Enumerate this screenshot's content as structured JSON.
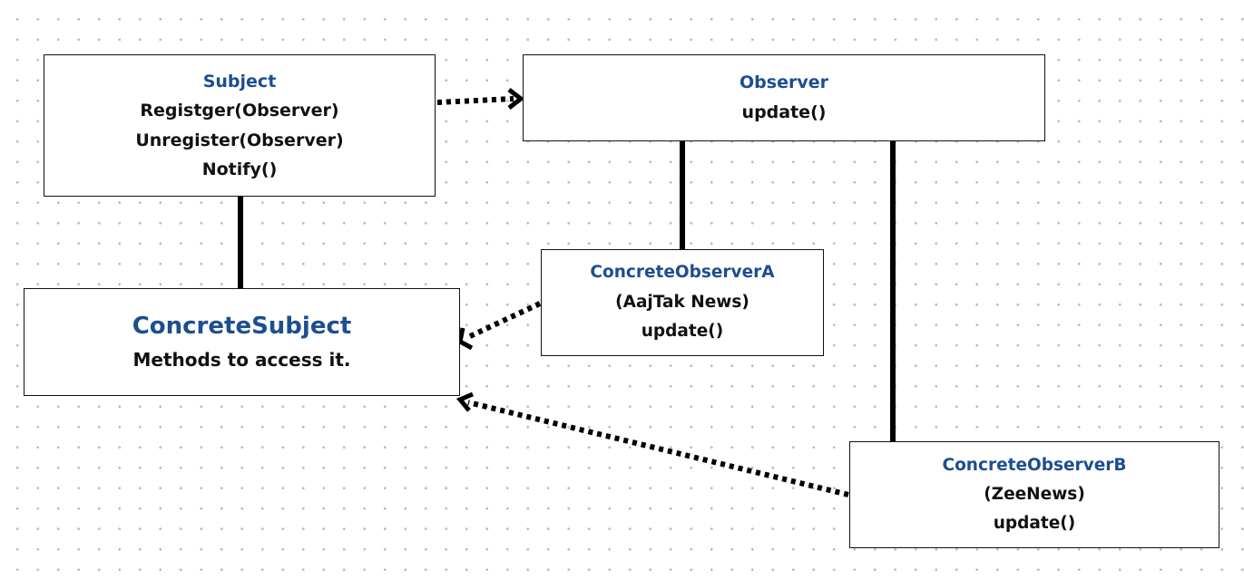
{
  "diagram": {
    "subject": {
      "title": "Subject",
      "methods": [
        "Registger(Observer)",
        "Unregister(Observer)",
        "Notify()"
      ]
    },
    "observer": {
      "title": "Observer",
      "methods": [
        "update()"
      ]
    },
    "concrete_subject": {
      "title": "ConcreteSubject",
      "description": "Methods to access it."
    },
    "concrete_observer_a": {
      "title": "ConcreteObserverA",
      "subtitle": "(AajTak News)",
      "method": "update()"
    },
    "concrete_observer_b": {
      "title": "ConcreteObserverB",
      "subtitle": "(ZeeNews)",
      "method": "update()"
    },
    "connectors": [
      {
        "from": "subject",
        "to": "observer",
        "style": "dotted-arrow"
      },
      {
        "from": "subject",
        "to": "concrete_subject",
        "style": "solid"
      },
      {
        "from": "observer",
        "to": "concrete_observer_a",
        "style": "solid"
      },
      {
        "from": "observer",
        "to": "concrete_observer_b",
        "style": "solid"
      },
      {
        "from": "concrete_observer_a",
        "to": "concrete_subject",
        "style": "dotted-arrow"
      },
      {
        "from": "concrete_observer_b",
        "to": "concrete_subject",
        "style": "dotted-arrow"
      }
    ],
    "colors": {
      "title": "#1d4e8f",
      "text": "#111111",
      "line": "#000000",
      "grid_dot": "#bdbdbd"
    }
  }
}
